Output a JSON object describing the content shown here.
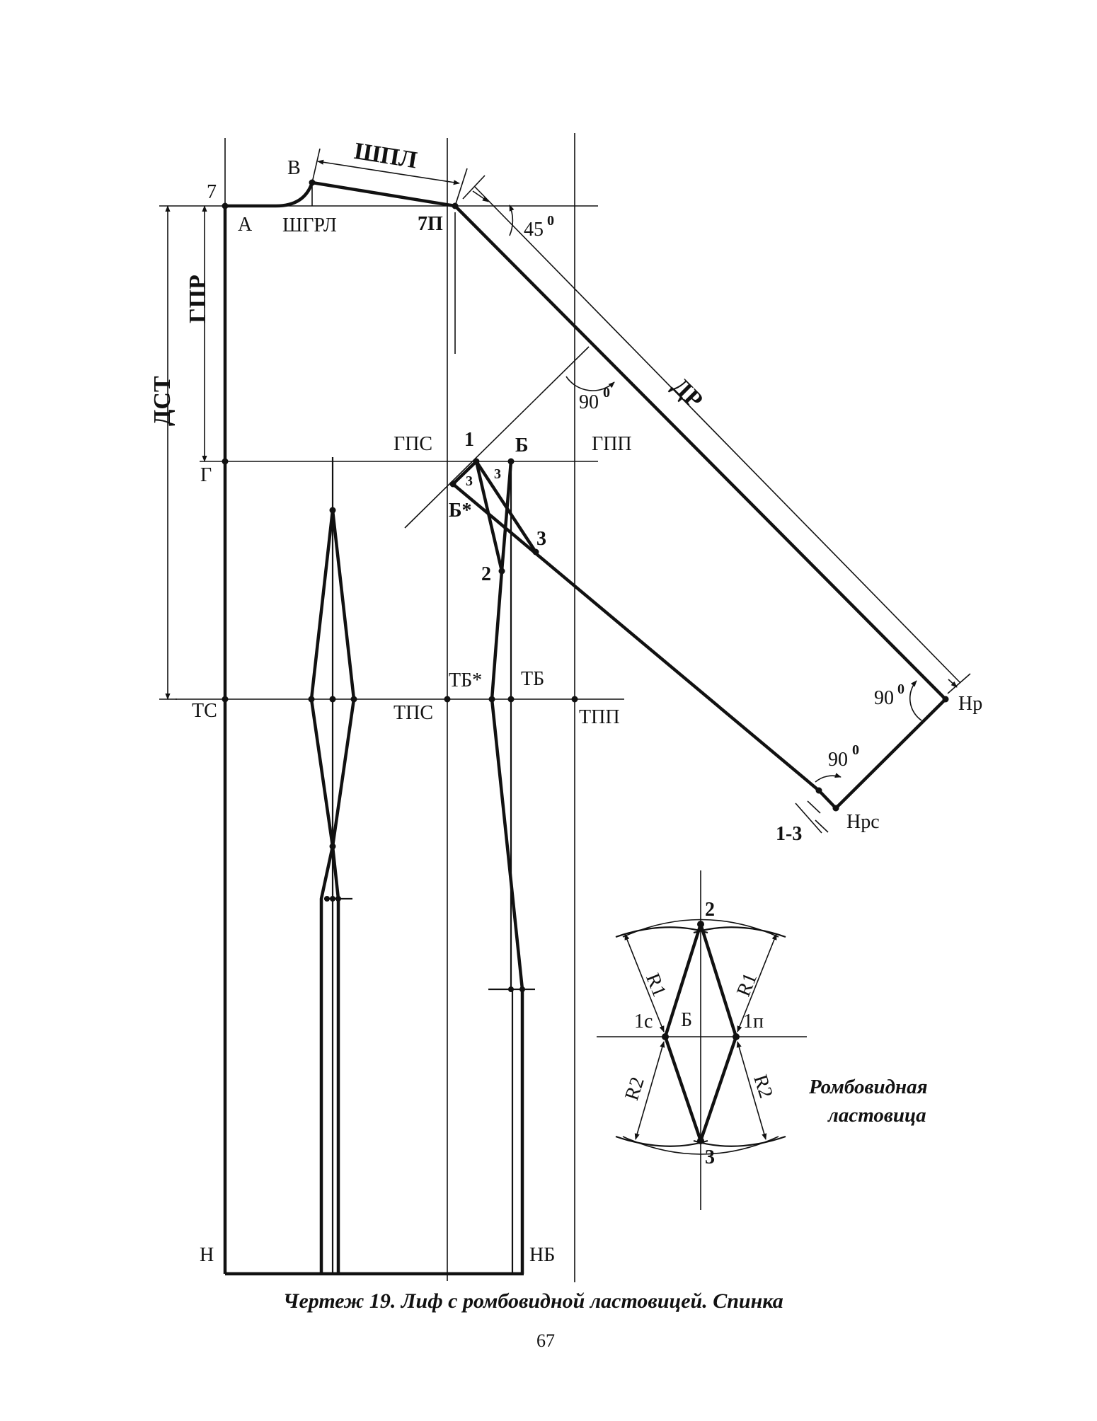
{
  "labels": {
    "p7": "7",
    "pA": "А",
    "pV": "В",
    "shgrl": "ШГРЛ",
    "shpl": "ШПЛ",
    "p7p": "7П",
    "angle45": "45",
    "deg": "0",
    "gpr": "ГПР",
    "dst": "ДСТ",
    "dr": "ДР",
    "angle90": "90",
    "pG": "Г",
    "gps": "ГПС",
    "p1": "1",
    "pB": "Б",
    "gpp": "ГПП",
    "p3a": "3",
    "p3b": "3",
    "pBstar": "Б*",
    "p3c": "3",
    "p2": "2",
    "tbstar": "ТБ*",
    "tb": "ТБ",
    "ts": "ТС",
    "tps": "ТПС",
    "tpp": "ТПП",
    "np": "Нр",
    "nps": "Нрс",
    "d13": "1-3",
    "pN": "Н",
    "nb": "НБ"
  },
  "gusset": {
    "title_line1": "Ромбовидная",
    "title_line2": "ластовица",
    "top": "2",
    "bottom": "3",
    "left": "1с",
    "center": "Б",
    "right": "1п",
    "r1": "R1",
    "r2": "R2"
  },
  "caption": "Чертеж 19. Лиф с ромбовидной ластовицей. Спинка",
  "page_number": "67"
}
